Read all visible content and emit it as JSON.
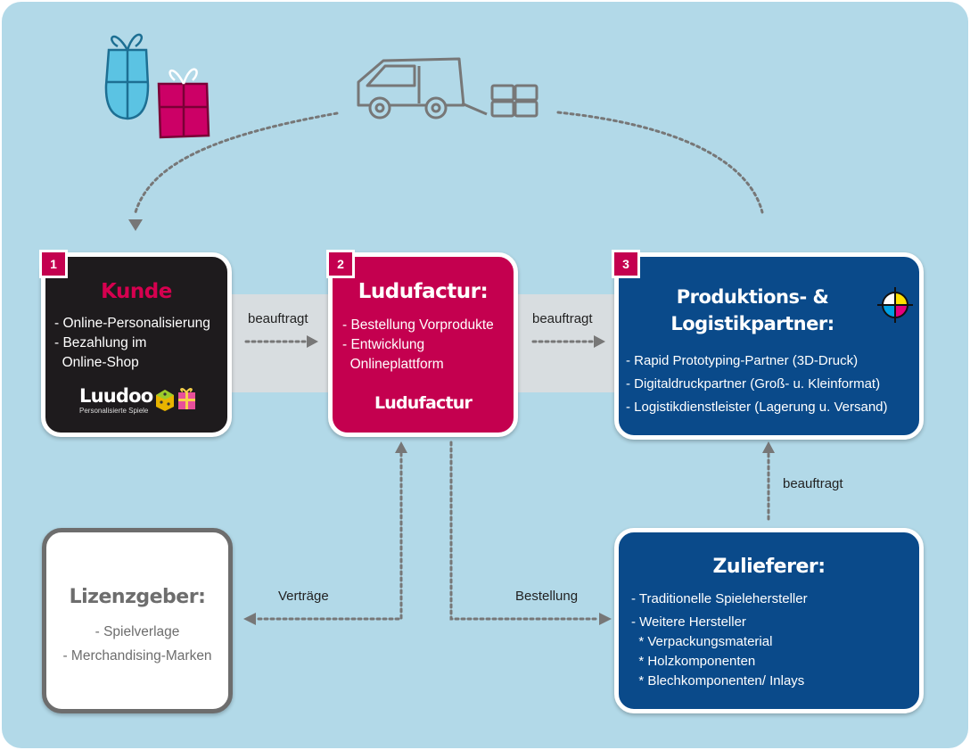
{
  "boxes": {
    "kunde": {
      "badge": "1",
      "title": "Kunde",
      "items": [
        "- Online-Personalisierung",
        "- Bezahlung im",
        "  Online-Shop"
      ],
      "logo_text": "Luudoo",
      "logo_sub": "Personalisierte Spiele"
    },
    "ludufactur": {
      "badge": "2",
      "title": "Ludufactur:",
      "items": [
        "- Bestellung Vorprodukte",
        "- Entwicklung",
        "  Onlineplattform"
      ],
      "logo_text": "Ludufactur"
    },
    "produktion": {
      "badge": "3",
      "title_line1": "Produktions- &",
      "title_line2": "Logistikpartner:",
      "items": [
        "- Rapid Prototyping-Partner (3D-Druck)",
        "- Digitaldruckpartner (Groß- u. Kleinformat)",
        "- Logistikdienstleister (Lagerung u. Versand)"
      ]
    },
    "zulieferer": {
      "title": "Zulieferer:",
      "items": [
        "- Traditionelle Spielehersteller",
        "- Weitere Hersteller",
        "  * Verpackungsmaterial",
        "  * Holzkomponenten",
        "  * Blechkomponenten/ Inlays"
      ]
    },
    "lizenzgeber": {
      "title": "Lizenzgeber:",
      "items": [
        "- Spielverlage",
        "- Merchandising-Marken"
      ]
    }
  },
  "labels": {
    "beauftragt_1": "beauftragt",
    "beauftragt_2": "beauftragt",
    "beauftragt_3": "beauftragt",
    "vertraege": "Verträge",
    "bestellung": "Bestellung"
  },
  "icons": [
    "gift-box-blue-icon",
    "gift-box-pink-icon",
    "delivery-van-icon",
    "parcel-icon",
    "color-registration-mark-icon",
    "dice-icon"
  ],
  "colors": {
    "background": "#b2d9e8",
    "kunde_box": "#1e1b1d",
    "kunde_title": "#d6004f",
    "ludufactur_box": "#c4004f",
    "produktion_box": "#0a4a8a",
    "zulieferer_box": "#0a4a8a",
    "lizenz_text": "#6d6d6d",
    "connector": "#777777"
  }
}
